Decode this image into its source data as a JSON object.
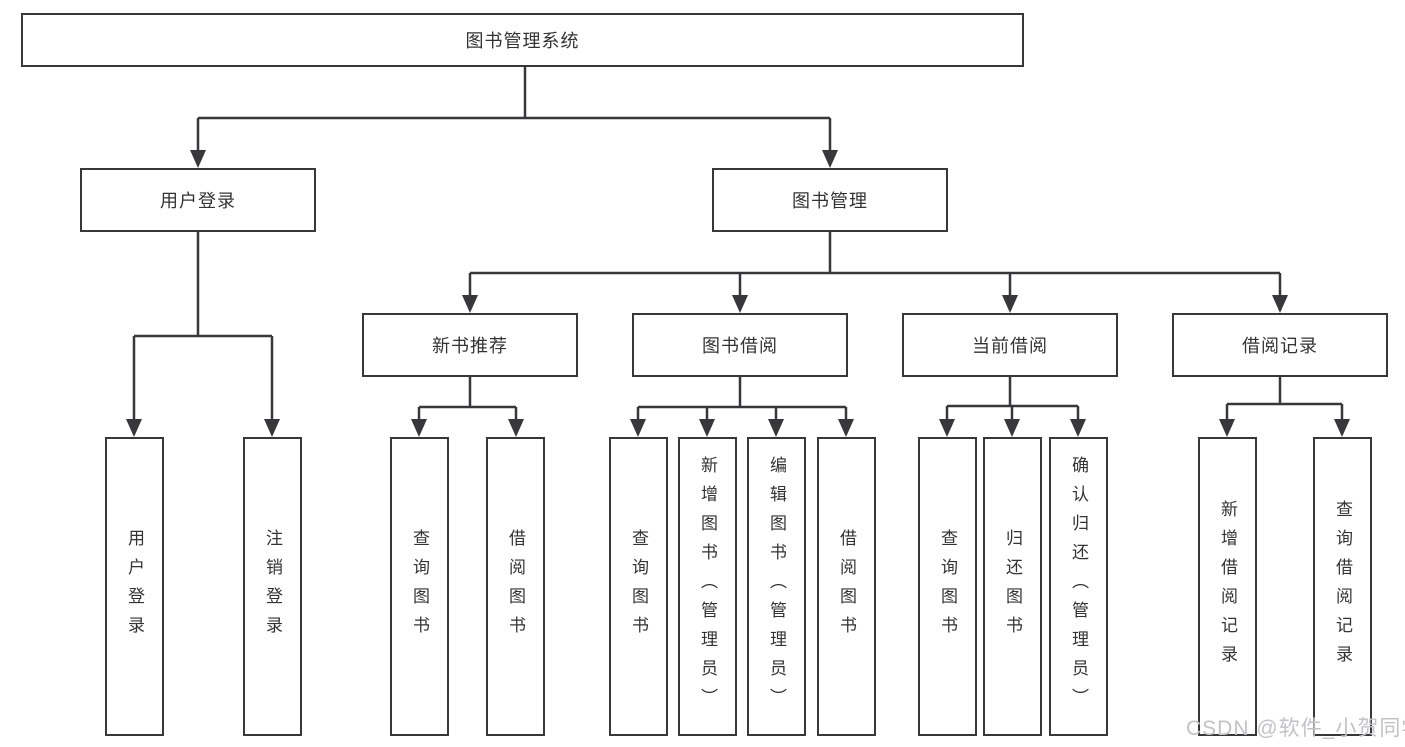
{
  "diagram": {
    "root": {
      "label": "图书管理系统"
    },
    "branches": [
      {
        "label": "用户登录",
        "children": [
          {
            "label": "用户登录"
          },
          {
            "label": "注销登录"
          }
        ]
      },
      {
        "label": "图书管理",
        "children": [
          {
            "label": "新书推荐",
            "children": [
              {
                "label": "查询图书"
              },
              {
                "label": "借阅图书"
              }
            ]
          },
          {
            "label": "图书借阅",
            "children": [
              {
                "label": "查询图书"
              },
              {
                "label": "新增图书（管理员）"
              },
              {
                "label": "编辑图书（管理员）"
              },
              {
                "label": "借阅图书"
              }
            ]
          },
          {
            "label": "当前借阅",
            "children": [
              {
                "label": "查询图书"
              },
              {
                "label": "归还图书"
              },
              {
                "label": "确认归还（管理员）"
              }
            ]
          },
          {
            "label": "借阅记录",
            "children": [
              {
                "label": "新增借阅记录"
              },
              {
                "label": "查询借阅记录"
              }
            ]
          }
        ]
      }
    ]
  },
  "watermark": "CSDN @软件_小贺同学",
  "colors": {
    "line": "#38383a",
    "text": "#333333",
    "box_fill": "#ffffff",
    "watermark": "#c3c3c7",
    "background": "#ffffff"
  }
}
